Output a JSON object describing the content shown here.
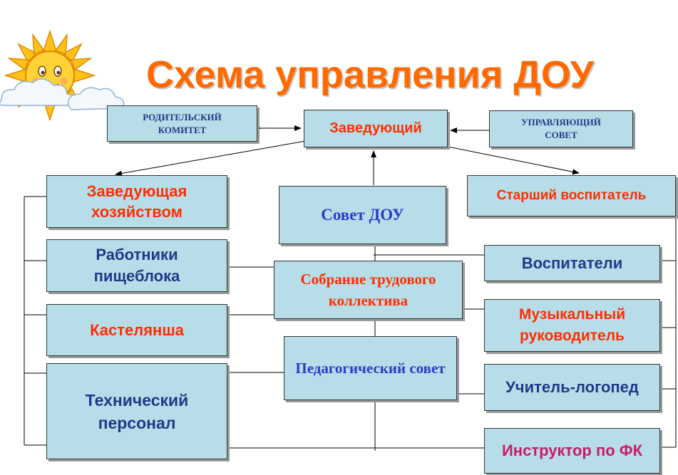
{
  "title": "Схема управления ДОУ",
  "nodes": {
    "parent_committee": "РОДИТЕЛЬСКИЙ КОМИТЕТ",
    "head": "Заведующий",
    "governing_council": "УПРАВЛЯЮЩИЙ СОВЕТ",
    "household_manager": "Заведующая хозяйством",
    "council_dou": "Совет ДОУ",
    "senior_educator": "Старший воспитатель",
    "kitchen_staff": "Работники пищеблока",
    "labor_assembly": "Собрание трудового коллектива",
    "educators": "Воспитатели",
    "linen_keeper": "Кастелянша",
    "music_director": "Музыкальный руководитель",
    "pedagogical_council": "Педагогический совет",
    "speech_therapist": "Учитель-логопед",
    "technical_staff": "Технический персонал",
    "pe_instructor": "Инструктор по ФК"
  },
  "colors": {
    "box_fill": "#b7dee8",
    "title": "#ff6a00",
    "red_text": "#ff2d00",
    "blue_text": "#2a3bc9",
    "navy_text": "#1f3a8a",
    "magenta_text": "#cc1a6a"
  },
  "icons": {
    "decor": "sun-with-clouds-icon"
  }
}
